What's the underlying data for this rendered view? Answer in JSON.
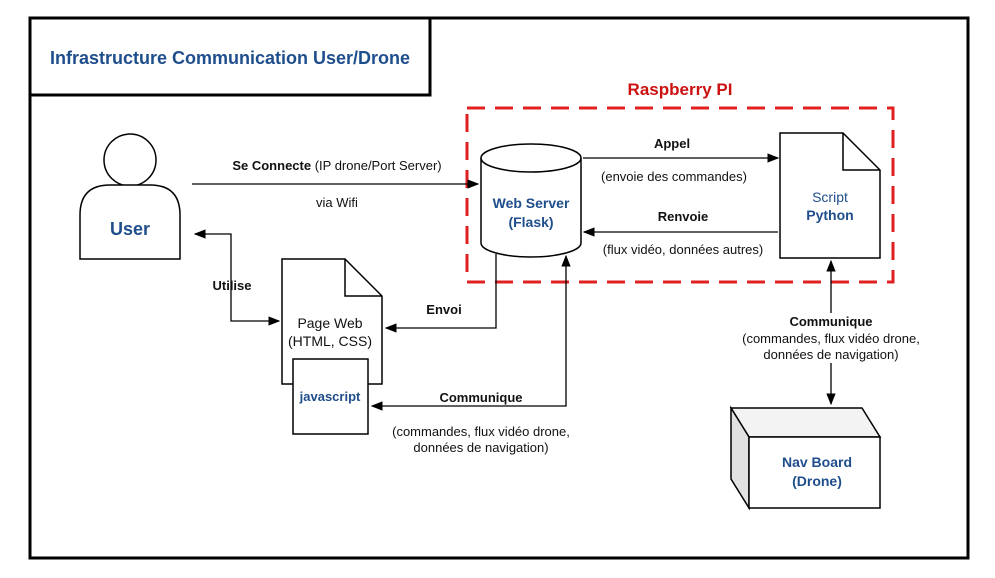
{
  "title": "Infrastructure Communication User/Drone",
  "raspberry_label": "Raspberry PI",
  "nodes": {
    "user": "User",
    "web_server_line1": "Web Server",
    "web_server_line2": "(Flask)",
    "script_line1": "Script",
    "script_line2": "Python",
    "page_web_line1": "Page Web",
    "page_web_line2": "(HTML, CSS)",
    "javascript": "javascript",
    "nav_board_line1": "Nav Board",
    "nav_board_line2": "(Drone)"
  },
  "edges": {
    "connect_bold": "Se Connecte",
    "connect_rest": " (IP drone/Port Server)",
    "connect_sub": "via Wifi",
    "appel": "Appel",
    "appel_sub": "(envoie des commandes)",
    "renvoie": "Renvoie",
    "renvoie_sub": "(flux vidéo, données autres)",
    "utilise": "Utilise",
    "envoi": "Envoi",
    "communique_js": "Communique",
    "communique_js_sub1": "(commandes, flux vidéo drone,",
    "communique_js_sub2": "données de navigation)",
    "communique_nav": "Communique",
    "communique_nav_sub1": "(commandes, flux vidéo drone,",
    "communique_nav_sub2": "données de navigation)"
  },
  "colors": {
    "frame": "#000000",
    "title_text": "#1f4e8c",
    "raspberry_border": "#e02020",
    "raspberry_text": "#cc1111",
    "node_text": "#1f4e8c"
  }
}
